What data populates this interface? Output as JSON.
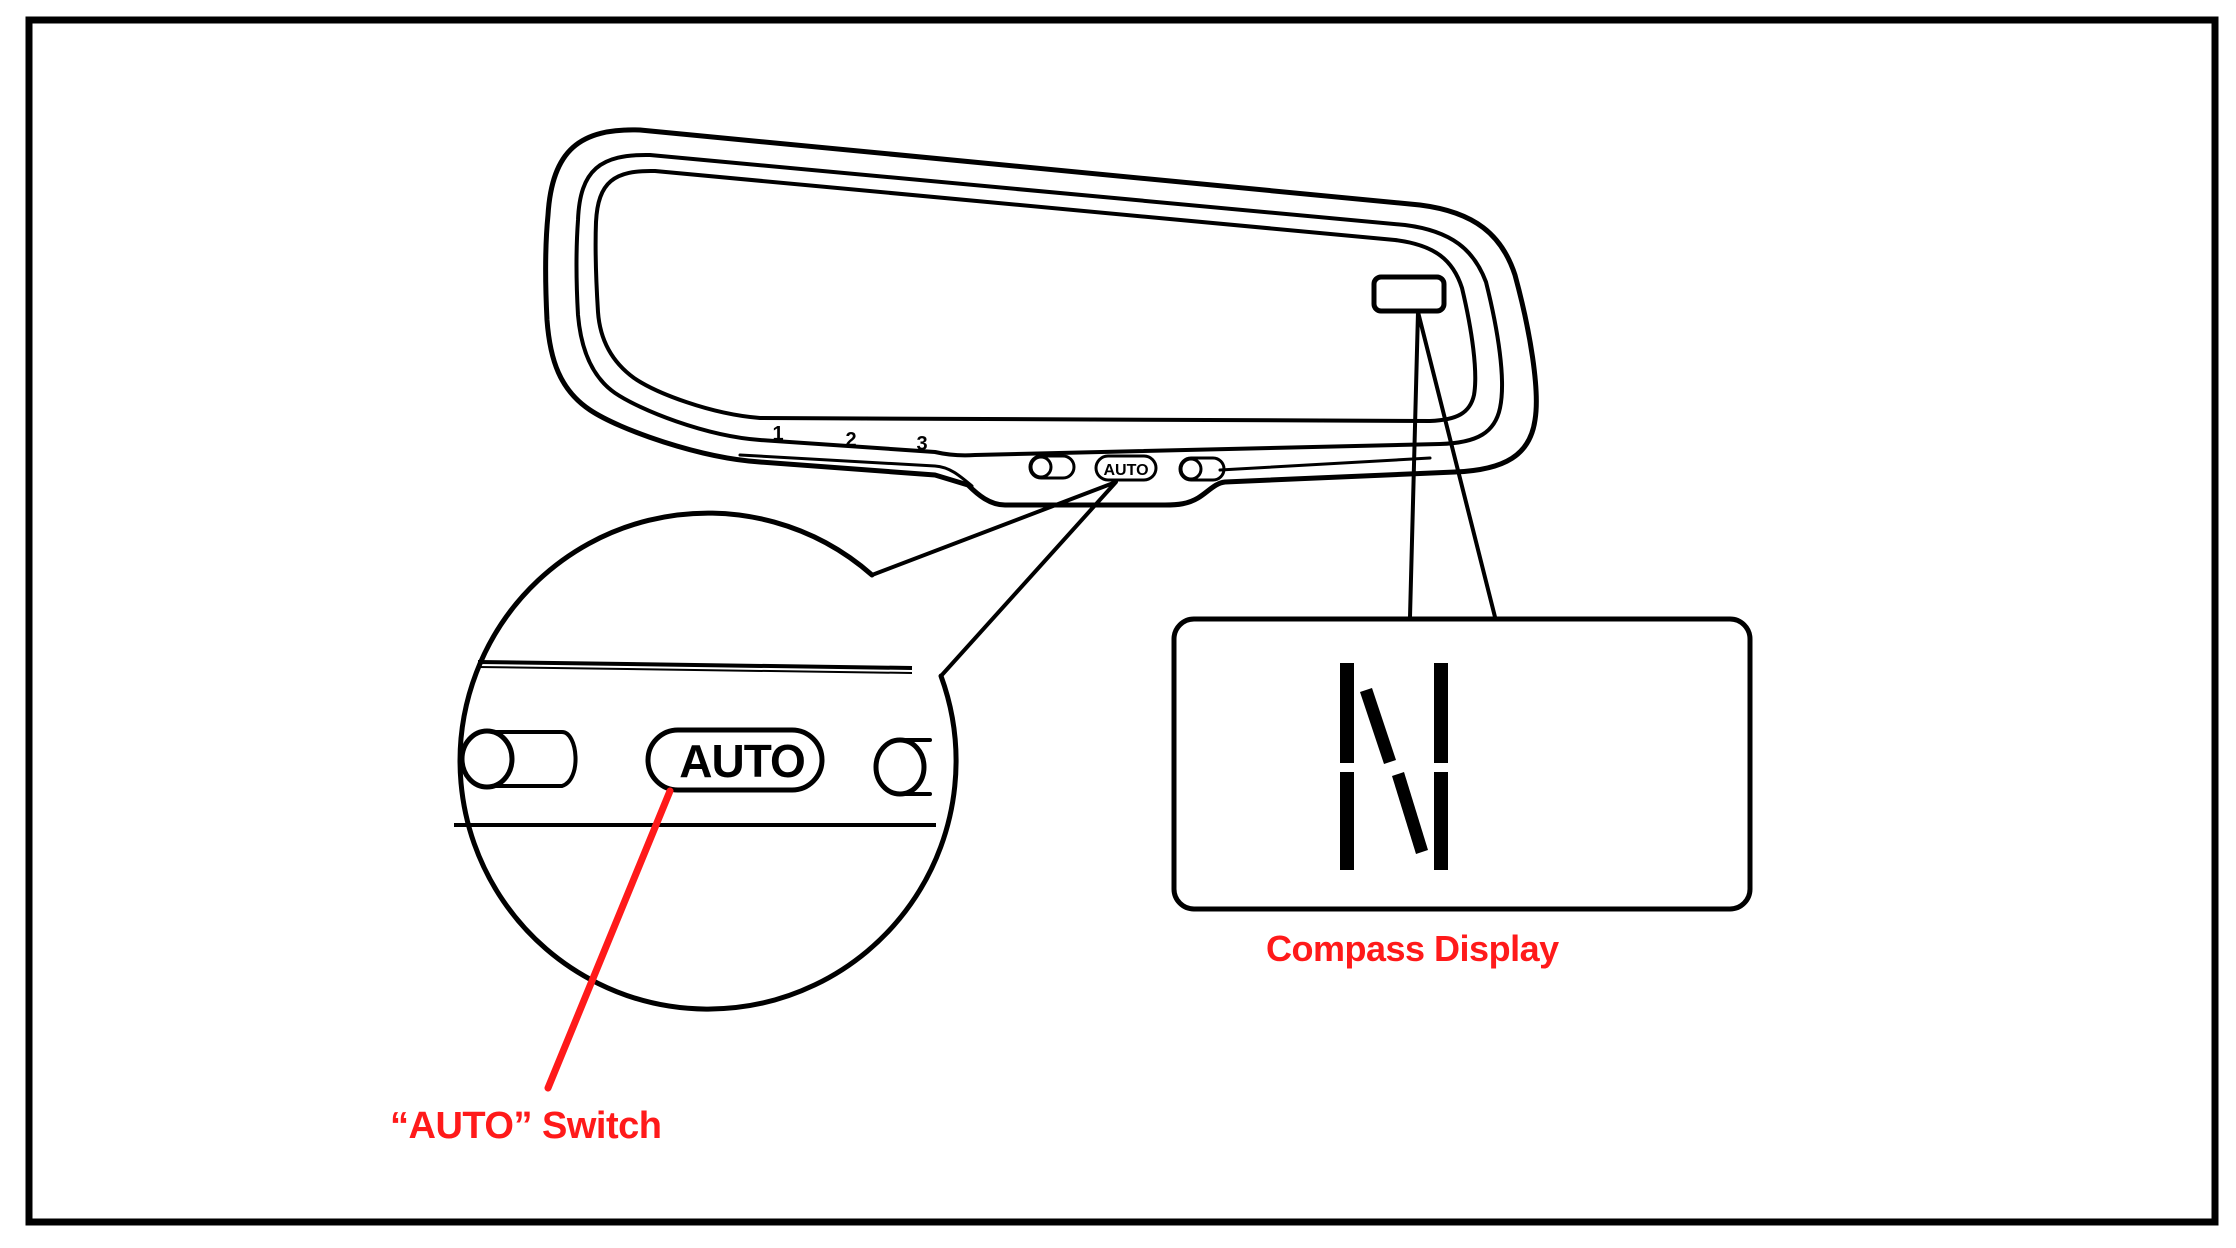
{
  "mirror": {
    "preset_labels": [
      "1",
      "2",
      "3"
    ],
    "small_auto_label": "AUTO"
  },
  "magnified_view": {
    "auto_button_label": "AUTO"
  },
  "compass_display": {
    "direction": "N",
    "caption": "Compass Display"
  },
  "auto_switch": {
    "caption": "“AUTO” Switch"
  },
  "colors": {
    "line": "#000000",
    "callout": "#ff1a1a",
    "background": "#ffffff"
  }
}
